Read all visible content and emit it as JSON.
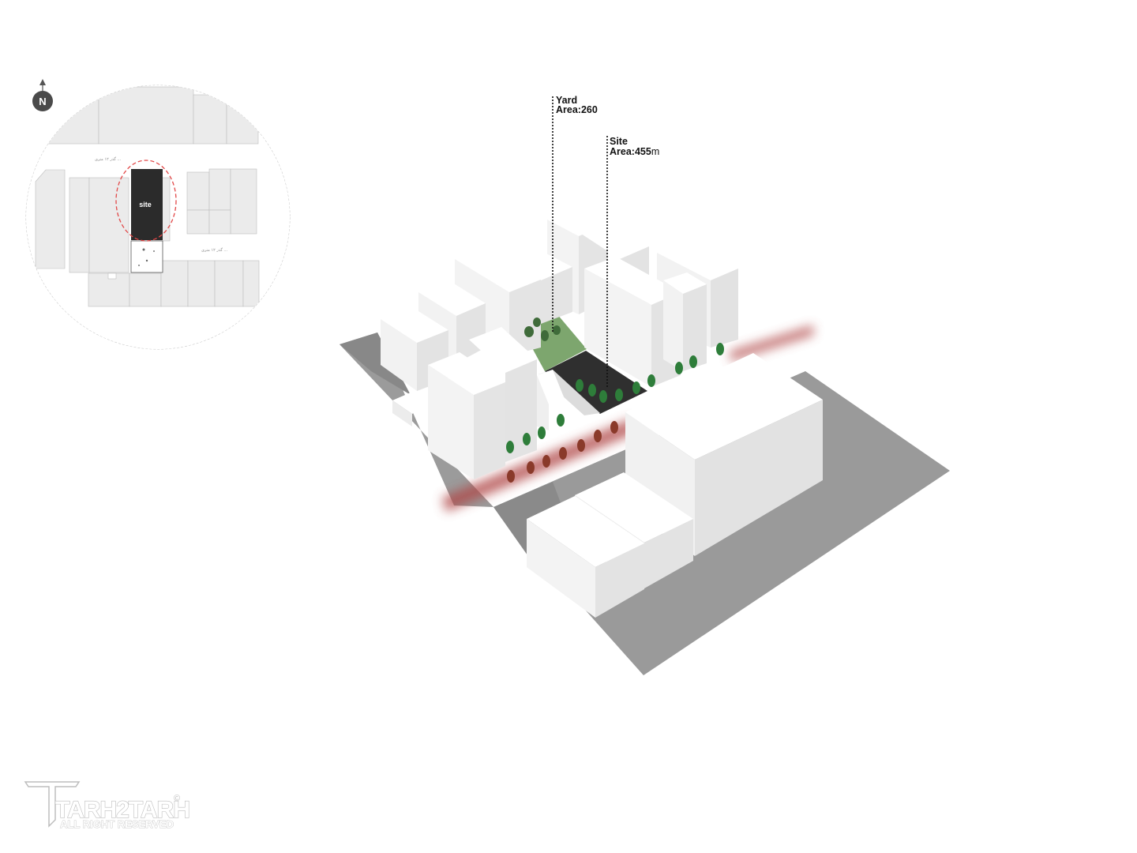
{
  "annotations": {
    "yard_title": "Yard",
    "yard_area": "Area:260",
    "site_title": "Site",
    "site_area": "Area:455",
    "site_area_unit": "m"
  },
  "inset_map": {
    "site_label": "site",
    "north_label": "N",
    "street_north": "گذر ۱۲ متری ...",
    "street_east": "گذر ۱۲ متری ..."
  },
  "watermark": {
    "brand": "TARH2TARH",
    "copyright": "©",
    "tagline": "ALL RIGHT RESERVED"
  },
  "colors": {
    "building_top": "#ffffff",
    "building_left": "#f1f1f1",
    "building_right": "#e2e2e2",
    "ground": "#9a9a9a",
    "site_plot": "#3a3a3a",
    "yard": "#7fae72",
    "street_glow": "#b04646",
    "tree": "#2e7d3a",
    "tree_red": "#8a3a2a"
  }
}
